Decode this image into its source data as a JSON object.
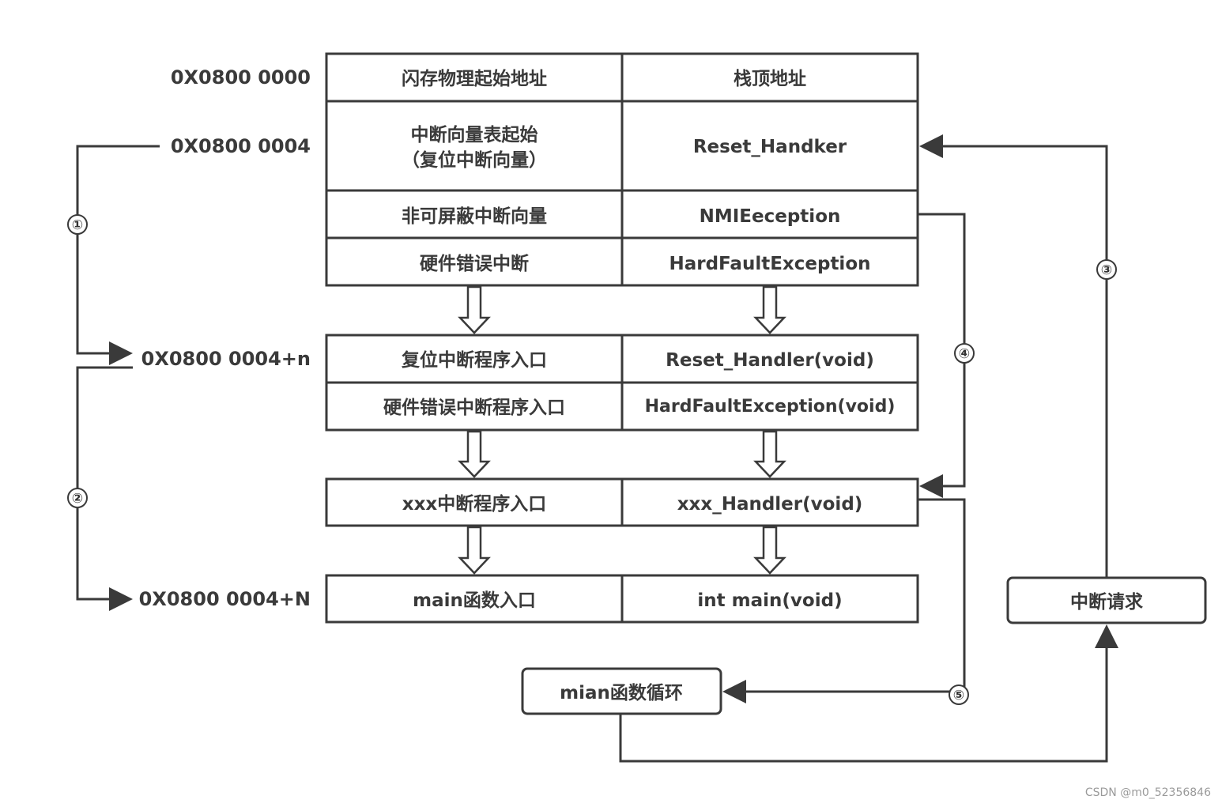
{
  "addresses": {
    "a0": "0X0800 0000",
    "a4": "0X0800 0004",
    "a4n": "0X0800 0004+n",
    "a4N": "0X0800 0004+N"
  },
  "vector_table": {
    "r1": {
      "left": "闪存物理起始地址",
      "right": "栈顶地址"
    },
    "r2": {
      "left1": "中断向量表起始",
      "left2": "（复位中断向量）",
      "right": "Reset_Handker"
    },
    "r3": {
      "left": "非可屏蔽中断向量",
      "right": "NMIEeception"
    },
    "r4": {
      "left": "硬件错误中断",
      "right": "HardFaultException"
    }
  },
  "entry_table": {
    "r1": {
      "left": "复位中断程序入口",
      "right": "Reset_Handler(void)"
    },
    "r2": {
      "left": "硬件错误中断程序入口",
      "right": "HardFaultException(void)"
    }
  },
  "xxx_table": {
    "left": "xxx中断程序入口",
    "right": "xxx_Handler(void)"
  },
  "main_table": {
    "left": "main函数入口",
    "right": "int main(void)"
  },
  "boxes": {
    "main_loop": "mian函数循环",
    "irq_request": "中断请求"
  },
  "markers": {
    "m1": "①",
    "m2": "②",
    "m3": "③",
    "m4": "④",
    "m5": "⑤"
  },
  "watermark": "CSDN @m0_52356846"
}
